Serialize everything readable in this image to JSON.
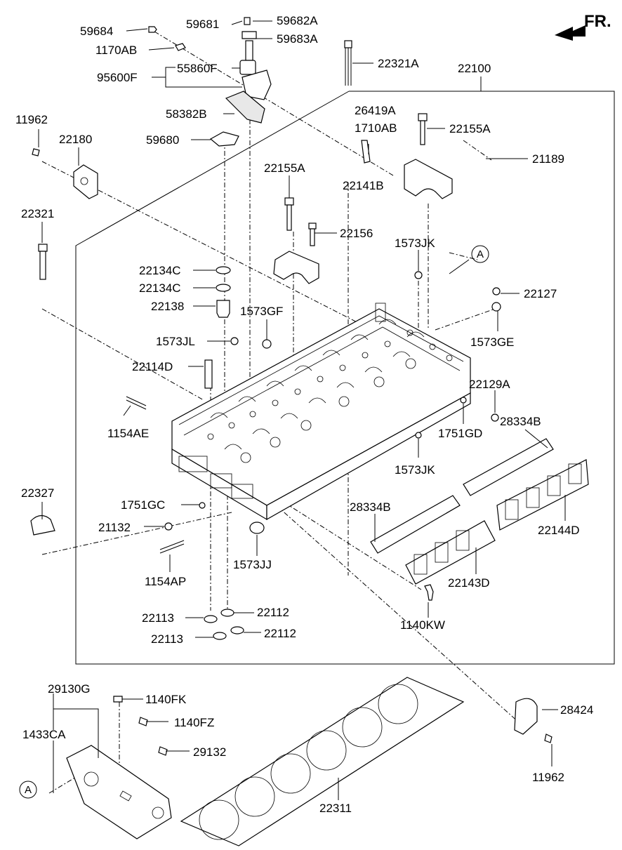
{
  "orientation": {
    "label": "FR."
  },
  "callouts": [
    {
      "id": "59684",
      "text": "59684"
    },
    {
      "id": "59681",
      "text": "59681"
    },
    {
      "id": "59682A",
      "text": "59682A"
    },
    {
      "id": "59683A",
      "text": "59683A"
    },
    {
      "id": "1170AB",
      "text": "1170AB"
    },
    {
      "id": "22321A",
      "text": "22321A"
    },
    {
      "id": "55860F",
      "text": "55860F"
    },
    {
      "id": "95600F",
      "text": "95600F"
    },
    {
      "id": "22100",
      "text": "22100"
    },
    {
      "id": "58382B",
      "text": "58382B"
    },
    {
      "id": "26419A",
      "text": "26419A"
    },
    {
      "id": "1710AB",
      "text": "1710AB"
    },
    {
      "id": "11962_top",
      "text": "11962"
    },
    {
      "id": "22155A_top",
      "text": "22155A"
    },
    {
      "id": "22180",
      "text": "22180"
    },
    {
      "id": "59680",
      "text": "59680"
    },
    {
      "id": "21189",
      "text": "21189"
    },
    {
      "id": "22155A_mid",
      "text": "22155A"
    },
    {
      "id": "22141B",
      "text": "22141B"
    },
    {
      "id": "22321",
      "text": "22321"
    },
    {
      "id": "22156",
      "text": "22156"
    },
    {
      "id": "1573JK_top",
      "text": "1573JK"
    },
    {
      "id": "22134C_1",
      "text": "22134C"
    },
    {
      "id": "22134C_2",
      "text": "22134C"
    },
    {
      "id": "22127",
      "text": "22127"
    },
    {
      "id": "22138",
      "text": "22138"
    },
    {
      "id": "1573GF",
      "text": "1573GF"
    },
    {
      "id": "1573JL",
      "text": "1573JL"
    },
    {
      "id": "1573GE",
      "text": "1573GE"
    },
    {
      "id": "22114D",
      "text": "22114D"
    },
    {
      "id": "22129A",
      "text": "22129A"
    },
    {
      "id": "28334B_top",
      "text": "28334B"
    },
    {
      "id": "1154AE",
      "text": "1154AE"
    },
    {
      "id": "1751GD",
      "text": "1751GD"
    },
    {
      "id": "1573JK_bot",
      "text": "1573JK"
    },
    {
      "id": "22327",
      "text": "22327"
    },
    {
      "id": "1751GC",
      "text": "1751GC"
    },
    {
      "id": "28334B_bot",
      "text": "28334B"
    },
    {
      "id": "21132",
      "text": "21132"
    },
    {
      "id": "22144D",
      "text": "22144D"
    },
    {
      "id": "1573JJ",
      "text": "1573JJ"
    },
    {
      "id": "1154AP",
      "text": "1154AP"
    },
    {
      "id": "22143D",
      "text": "22143D"
    },
    {
      "id": "22112_1",
      "text": "22112"
    },
    {
      "id": "22113_1",
      "text": "22113"
    },
    {
      "id": "1140KW",
      "text": "1140KW"
    },
    {
      "id": "22113_2",
      "text": "22113"
    },
    {
      "id": "22112_2",
      "text": "22112"
    },
    {
      "id": "29130G",
      "text": "29130G"
    },
    {
      "id": "1140FK",
      "text": "1140FK"
    },
    {
      "id": "1140FZ",
      "text": "1140FZ"
    },
    {
      "id": "28424",
      "text": "28424"
    },
    {
      "id": "1433CA",
      "text": "1433CA"
    },
    {
      "id": "29132",
      "text": "29132"
    },
    {
      "id": "11962_bot",
      "text": "11962"
    },
    {
      "id": "22311",
      "text": "22311"
    }
  ],
  "reference_markers": [
    {
      "id": "A_top",
      "text": "A"
    },
    {
      "id": "A_bot",
      "text": "A"
    }
  ]
}
